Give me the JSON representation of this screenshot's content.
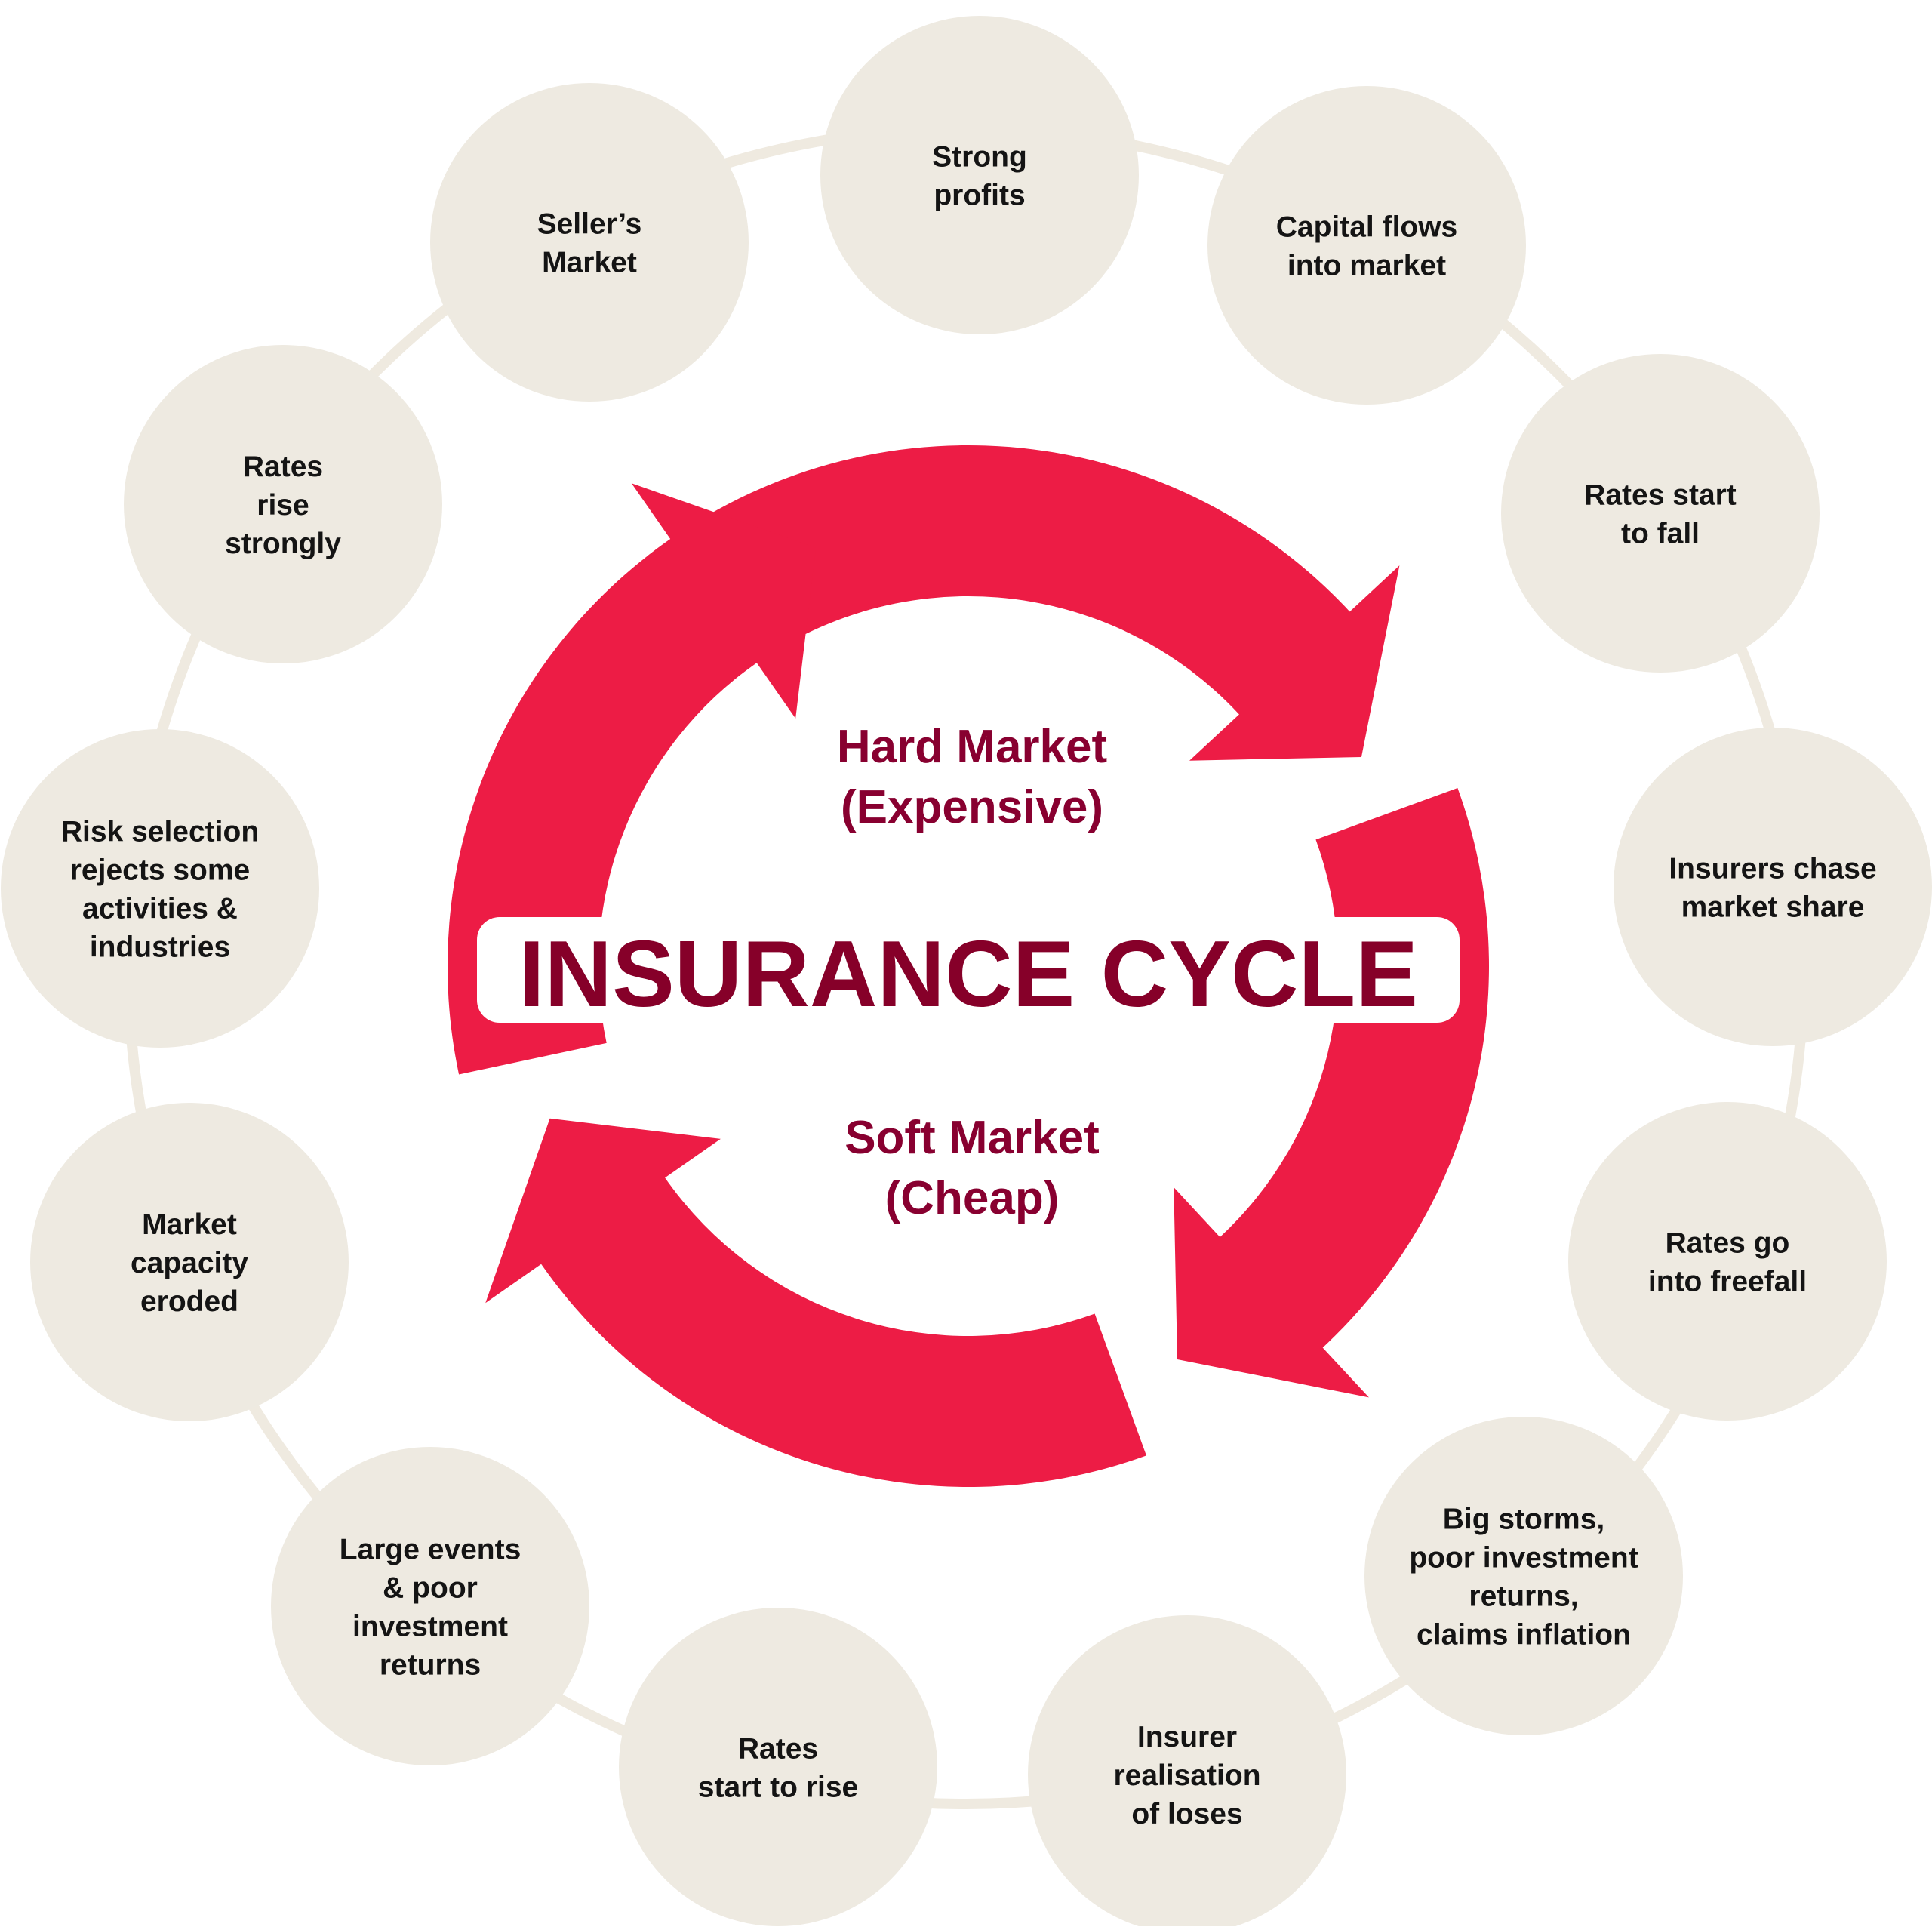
{
  "title": "INSURANCE CYCLE",
  "hard_market": {
    "line1": "Hard Market",
    "line2": "(Expensive)"
  },
  "soft_market": {
    "line1": "Soft Market",
    "line2": "(Cheap)"
  },
  "colors": {
    "arrow": "#ed1c45",
    "node_fill": "#eeeae1",
    "ring": "#efeae0",
    "title_text": "#860029",
    "market_text": "#880030",
    "node_text": "#141414"
  },
  "stages": [
    {
      "id": "strong-profits",
      "lines": [
        "Strong",
        "profits"
      ]
    },
    {
      "id": "capital-flows-into-market",
      "lines": [
        "Capital flows",
        "into market"
      ]
    },
    {
      "id": "rates-start-to-fall",
      "lines": [
        "Rates start",
        "to fall"
      ]
    },
    {
      "id": "insurers-chase-market-share",
      "lines": [
        "Insurers chase",
        "market share"
      ]
    },
    {
      "id": "rates-go-into-freefall",
      "lines": [
        "Rates go",
        "into freefall"
      ]
    },
    {
      "id": "big-storms",
      "lines": [
        "Big storms,",
        "poor investment",
        "returns,",
        "claims inflation"
      ]
    },
    {
      "id": "insurer-realisation-of-loses",
      "lines": [
        "Insurer",
        "realisation",
        "of loses"
      ]
    },
    {
      "id": "rates-start-to-rise",
      "lines": [
        "Rates",
        "start to rise"
      ]
    },
    {
      "id": "large-events",
      "lines": [
        "Large events",
        "& poor",
        "investment",
        "returns"
      ]
    },
    {
      "id": "market-capacity-eroded",
      "lines": [
        "Market",
        "capacity",
        "eroded"
      ]
    },
    {
      "id": "risk-selection",
      "lines": [
        "Risk selection",
        "rejects some",
        "activities &",
        "industries"
      ]
    },
    {
      "id": "rates-rise-strongly",
      "lines": [
        "Rates",
        "rise",
        "strongly"
      ]
    },
    {
      "id": "sellers-market",
      "lines": [
        "Seller’s",
        "Market"
      ]
    }
  ]
}
